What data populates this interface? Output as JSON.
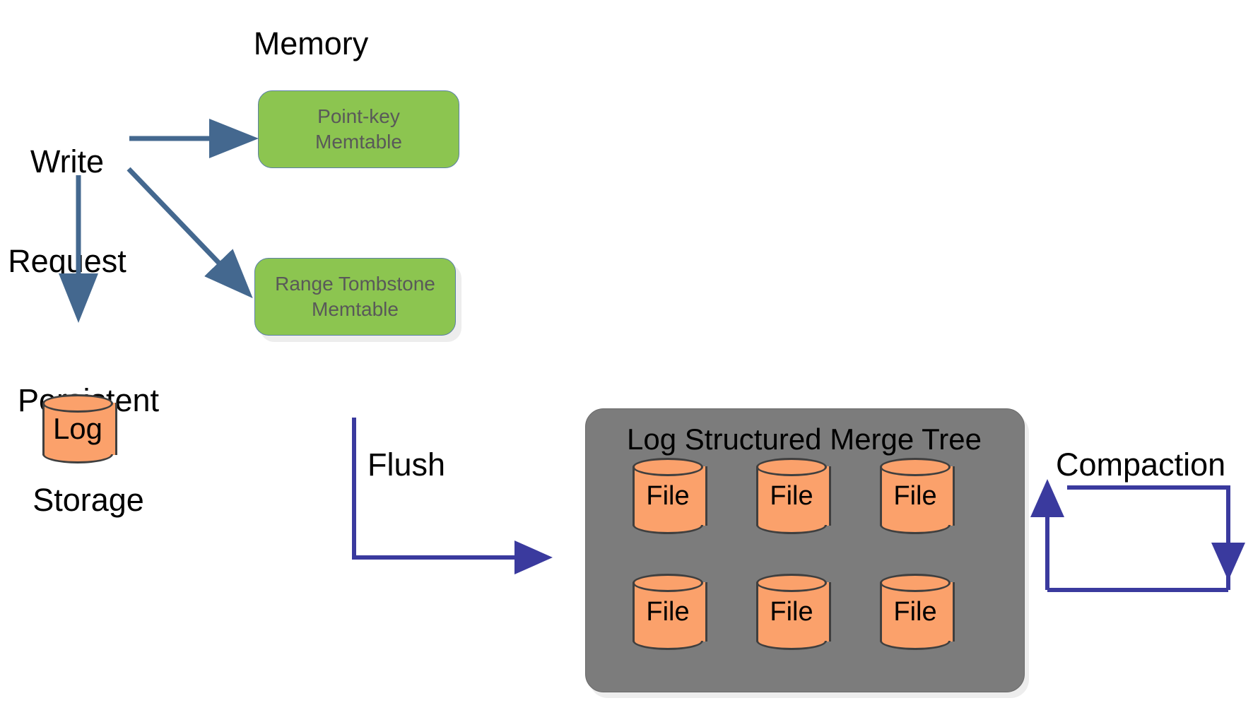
{
  "diagram": {
    "title_labels": {
      "memory": "Memory",
      "write_request_line1": "Write",
      "write_request_line2": "Request",
      "persistent_line1": "Persistent",
      "persistent_line2": "Storage",
      "flush": "Flush",
      "compaction": "Compaction",
      "lsm": "Log Structured Merge Tree"
    },
    "memtables": [
      {
        "name": "point-key-memtable",
        "line1": "Point-key",
        "line2": "Memtable"
      },
      {
        "name": "range-tombstone-memtable",
        "line1": "Range Tombstone",
        "line2": "Memtable"
      }
    ],
    "log_cylinder": {
      "label": "Log"
    },
    "lsm_files": [
      {
        "label": "File"
      },
      {
        "label": "File"
      },
      {
        "label": "File"
      },
      {
        "label": "File"
      },
      {
        "label": "File"
      },
      {
        "label": "File"
      }
    ],
    "arrows": [
      {
        "name": "write-to-point-key-memtable",
        "kind": "straight-horizontal"
      },
      {
        "name": "write-to-range-tombstone-memtable",
        "kind": "straight-diagonal"
      },
      {
        "name": "write-to-log",
        "kind": "straight-vertical"
      },
      {
        "name": "flush-arrow",
        "kind": "elbow-down-right"
      },
      {
        "name": "compaction-loop-arrow",
        "kind": "rectangular-loop"
      }
    ],
    "colors": {
      "memtable_fill": "#8CC550",
      "memtable_border": "#5B7FA6",
      "memtable_text": "#595959",
      "cylinder_fill": "#FBA16B",
      "cylinder_stroke": "#3F3F3F",
      "lsm_fill": "#7C7C7C",
      "write_arrow": "#44688F",
      "flow_arrow": "#3A3A9E",
      "text": "#000000",
      "background": "#FFFFFF"
    }
  }
}
